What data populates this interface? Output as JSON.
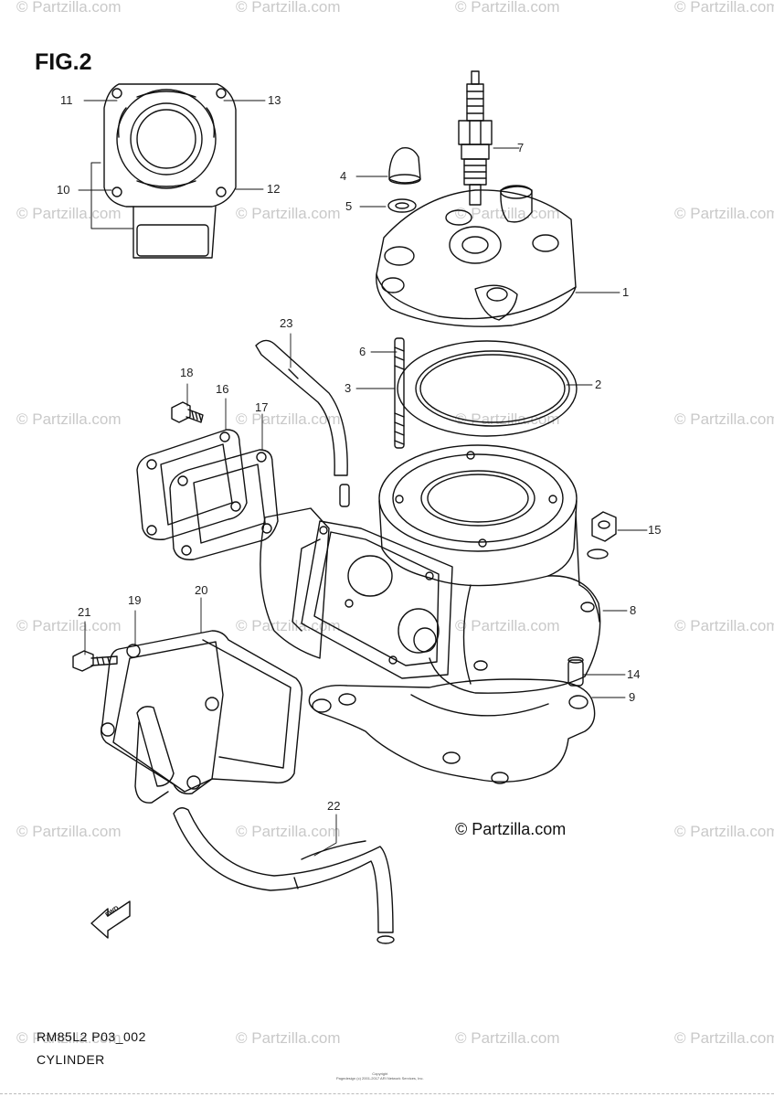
{
  "watermark": "© Partzilla.com",
  "figure": {
    "title": "FIG.2"
  },
  "callouts": [
    "1",
    "2",
    "3",
    "4",
    "5",
    "6",
    "7",
    "8",
    "9",
    "10",
    "11",
    "12",
    "13",
    "14",
    "15",
    "16",
    "17",
    "18",
    "19",
    "20",
    "21",
    "22",
    "23"
  ],
  "credit": "© Partzilla.com",
  "diagram_code": "RM85L2 P03_002",
  "caption": "CYLINDER",
  "copyright": [
    "Copyright",
    "Pagedesign (c) 2001-2017 ARI Network Services, Inc."
  ],
  "fwd_label": "FWD"
}
